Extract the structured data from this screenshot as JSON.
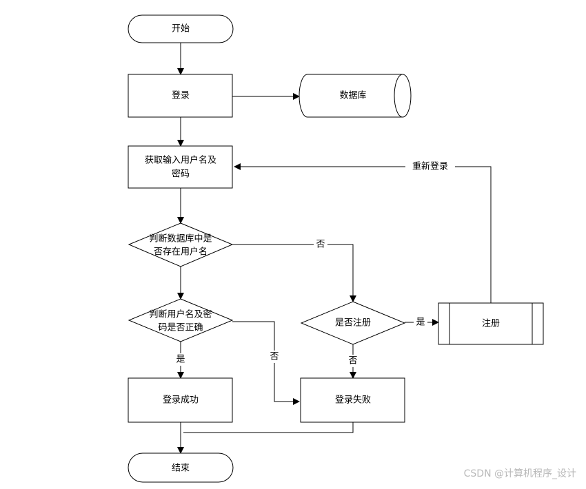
{
  "nodes": {
    "start": "开始",
    "login": "登录",
    "database": "数据库",
    "get_input_line1": "获取输入用户名及",
    "get_input_line2": "密码",
    "check_user_line1": "判断数据库中是",
    "check_user_line2": "否存在用户名",
    "check_pwd_line1": "判断用户名及密",
    "check_pwd_line2": "码是否正确",
    "register_q": "是否注册",
    "register": "注册",
    "success": "登录成功",
    "fail": "登录失败",
    "end": "结束"
  },
  "edges": {
    "relogin": "重新登录",
    "user_no": "否",
    "pwd_yes": "是",
    "pwd_no": "否",
    "reg_yes": "是",
    "reg_no": "否"
  },
  "watermark": "CSDN @计算机程序_设计"
}
